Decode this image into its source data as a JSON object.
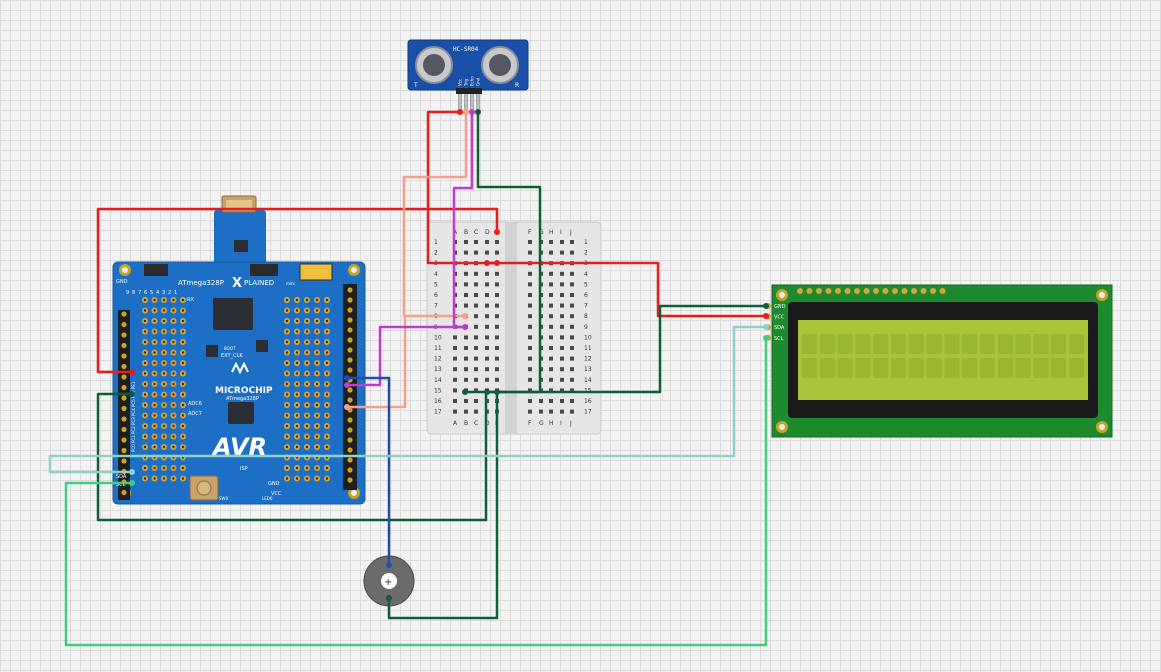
{
  "board": {
    "title": "ATmega328P",
    "x_label": "X",
    "plained_label": "PLAINED",
    "mini_label": "mini",
    "brand": "MICROCHIP",
    "logo": "AVR",
    "chip_label": "ATmega328P",
    "ext_clk": "EXT_CLK",
    "gnd": "GND",
    "isp": "ISP",
    "sw0": "SW0",
    "led0": "LED0",
    "vcc": "VCC",
    "rx": "RX",
    "adc6": "ADC6",
    "adc7": "ADC7",
    "boot": "BOOT",
    "sda": "SDA",
    "scl": "SCL",
    "col_headers": [
      "9",
      "8",
      "7",
      "6",
      "5",
      "4",
      "3",
      "2",
      "1"
    ],
    "side_labels": [
      "PC0",
      "PC1",
      "PC2",
      "PC3",
      "PC4",
      "PC5",
      "PE0",
      "PE1"
    ]
  },
  "sensor": {
    "label": "HC-SR04",
    "left_mark": "T",
    "right_mark": "R",
    "pins": [
      "Vcc",
      "Trig",
      "Echo",
      "Gnd"
    ]
  },
  "breadboard": {
    "left_cols": [
      "A",
      "B",
      "C",
      "D",
      "E"
    ],
    "right_cols": [
      "F",
      "G",
      "H",
      "I",
      "J"
    ],
    "rows": [
      "1",
      "2",
      "3",
      "4",
      "5",
      "6",
      "7",
      "8",
      "9",
      "10",
      "11",
      "12",
      "13",
      "14",
      "15",
      "16",
      "17"
    ]
  },
  "lcd": {
    "pins": [
      "GND",
      "VCC",
      "SDA",
      "SCL"
    ],
    "screen_color": "#a8c43a",
    "pcb_color": "#1e8a2e"
  },
  "buzzer": {
    "pin": "+"
  },
  "colors": {
    "wire_power": "#e81c1c",
    "wire_ground": "#0e5e3a",
    "wire_trig": "#c03cd0",
    "wire_echo": "#f4a08a",
    "wire_sda": "#8fd0c8",
    "wire_scl": "#3ccf80",
    "wire_buzzer": "#1f4fa8",
    "board_blue": "#1c6fc4"
  }
}
